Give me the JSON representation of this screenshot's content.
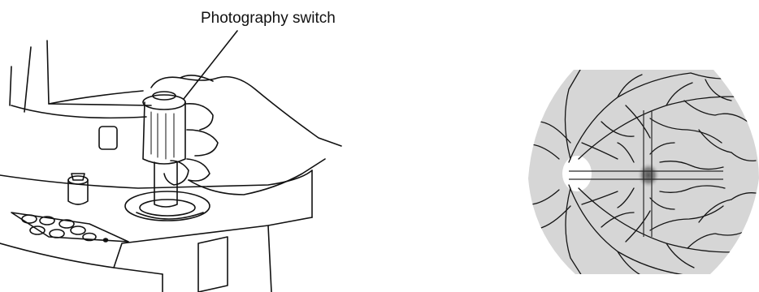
{
  "labels": {
    "photography_switch": "Photography switch"
  },
  "figure": {
    "left_illustration": "hand-operating-joystick",
    "right_illustration": "fundus-retina-image"
  },
  "colors": {
    "line": "#111111",
    "fundus_background": "#d6d6d6",
    "vessel": "#151515",
    "crosshair": "#2a2a2a"
  }
}
